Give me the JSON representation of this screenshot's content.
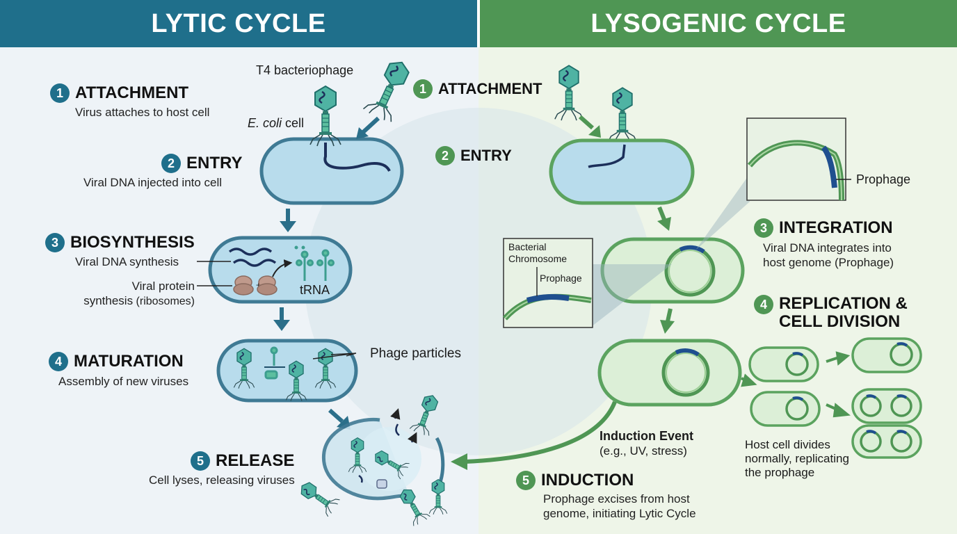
{
  "lytic": {
    "header": "LYTIC CYCLE",
    "phage_label": "T4 bacteriophage",
    "cell_label_italic": "E. coli",
    "cell_label_rest": " cell",
    "steps": [
      {
        "num": "1",
        "title": "ATTACHMENT",
        "desc": [
          "Virus attaches to host cell"
        ]
      },
      {
        "num": "2",
        "title": "ENTRY",
        "desc": [
          "Viral DNA injected into cell"
        ]
      },
      {
        "num": "3",
        "title": "BIOSYNTHESIS",
        "desc": [
          "Viral DNA synthesis"
        ]
      },
      {
        "num": "4",
        "title": "MATURATION",
        "desc": [
          "Assembly of new viruses"
        ]
      },
      {
        "num": "5",
        "title": "RELEASE",
        "desc": [
          "Cell lyses, releasing viruses"
        ]
      }
    ],
    "protein_label": "Viral protein",
    "protein_label_2": "synthesis",
    "protein_label_small": " (ribosomes)",
    "trna_label": "tRNA",
    "particles_label": "Phage particles"
  },
  "lysogenic": {
    "header": "LYSOGENIC CYCLE",
    "steps": [
      {
        "num": "1",
        "title": "ATTACHMENT"
      },
      {
        "num": "2",
        "title": "ENTRY"
      },
      {
        "num": "3",
        "title": "INTEGRATION",
        "desc": [
          "Viral DNA integrates into",
          "host genome (Prophage)"
        ]
      },
      {
        "num": "4",
        "title": [
          "REPLICATION &",
          "CELL DIVISION"
        ]
      },
      {
        "num": "5",
        "title": "INDUCTION",
        "desc": [
          "Prophage excises from host",
          "genome, initiating Lytic Cycle"
        ]
      }
    ],
    "prophage_label": "Prophage",
    "inset_label_1": "Bacterial",
    "inset_label_2": "Chromosome",
    "inset_prophage_label": "Prophage",
    "induction_event": "Induction Event",
    "induction_examples": "(e.g., UV, stress)",
    "division_note": [
      "Host cell divides",
      "normally, replicating",
      "the prophage"
    ]
  },
  "colors": {
    "lytic_accent": "#1f6f8b",
    "lysogenic_accent": "#4f9654",
    "lytic_bg": "#eef3f7",
    "lysogenic_bg": "#eef5e8",
    "phage": "#3d9e8f",
    "dna": "#1c2f5a",
    "prophage": "#1f4f8f"
  }
}
